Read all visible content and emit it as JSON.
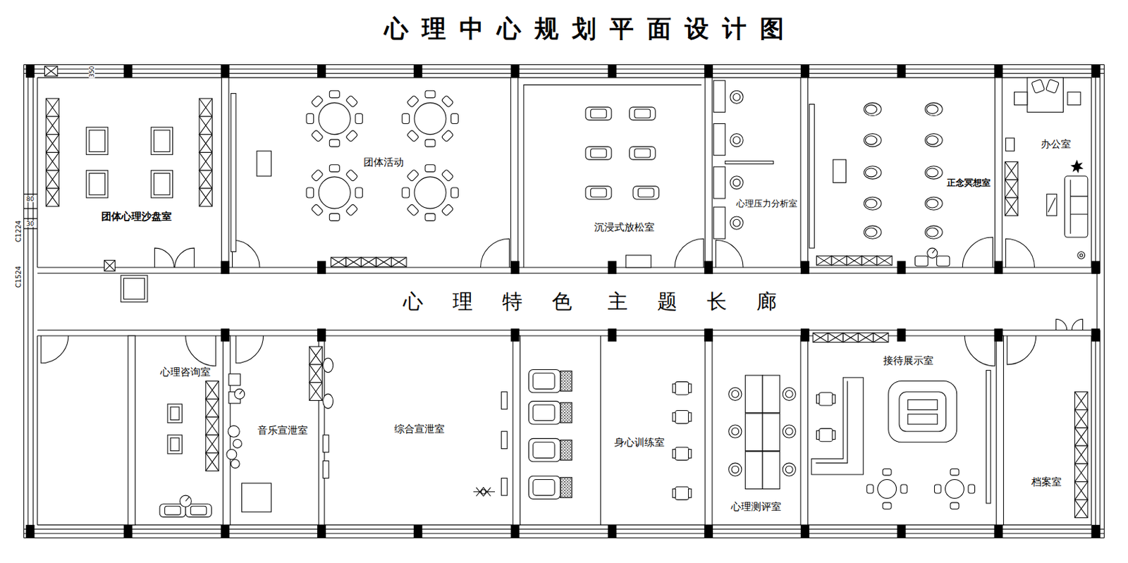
{
  "diagram": {
    "title": "心理中心规划平面设计图",
    "nodes": [
      {
        "text": [
          "团体心理沙盘室"
        ]
      },
      {
        "text": [
          "团体活动"
        ]
      },
      {
        "text": [
          "沉浸式放松室"
        ]
      },
      {
        "text": [
          "心理压力分析室"
        ]
      },
      {
        "text": [
          "正念冥想室"
        ]
      },
      {
        "text": [
          "办公室"
        ]
      },
      {
        "text": [
          "心理特色 主题长廊"
        ]
      },
      {
        "text": [
          "心理咨询室"
        ]
      },
      {
        "text": [
          "音乐宣泄室"
        ]
      },
      {
        "text": [
          "综合宣泄室"
        ]
      },
      {
        "text": [
          "身心训练室"
        ]
      },
      {
        "text": [
          "心理测评室"
        ]
      },
      {
        "text": [
          "接待展示室"
        ]
      },
      {
        "text": [
          "档案室"
        ]
      }
    ],
    "labels": [
      "350",
      "80",
      "30",
      "C1224",
      "C1524"
    ]
  }
}
